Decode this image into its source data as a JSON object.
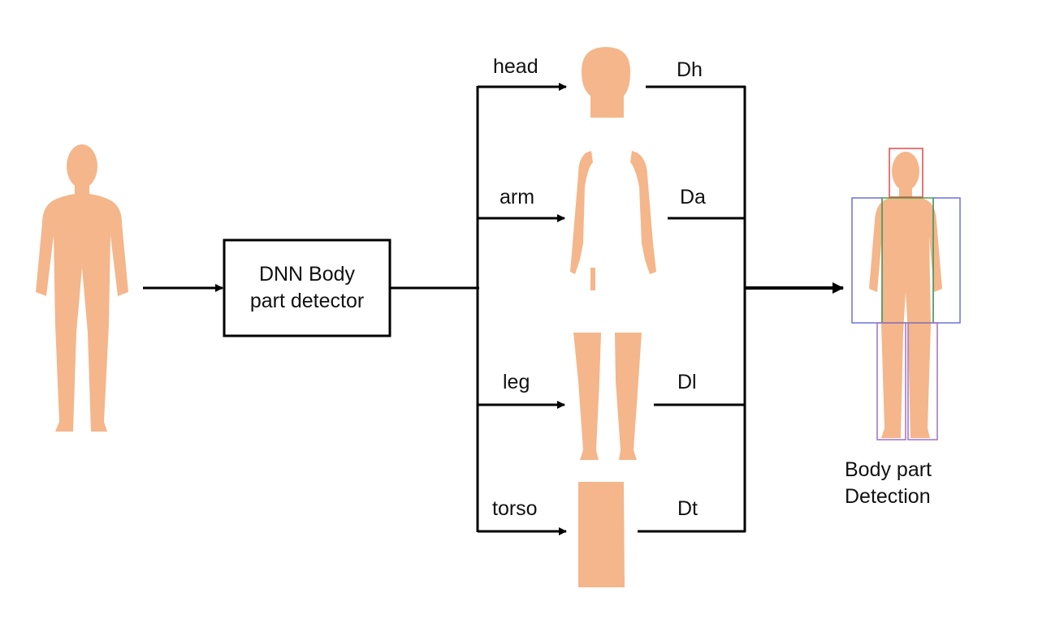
{
  "diagram": {
    "detector": {
      "line1": "DNN Body",
      "line2": "part detector"
    },
    "branches": [
      {
        "part": "head",
        "output": "Dh"
      },
      {
        "part": "arm",
        "output": "Da"
      },
      {
        "part": "leg",
        "output": "Dl"
      },
      {
        "part": "torso",
        "output": "Dt"
      }
    ],
    "result": {
      "line1": "Body part",
      "line2": "Detection"
    }
  },
  "colors": {
    "skin": "#f4b68a",
    "line": "#000000",
    "head_box": "#e04848",
    "arm_box": "#6c72d8",
    "torso_box": "#4aa050",
    "leg_box": "#a070c0"
  }
}
